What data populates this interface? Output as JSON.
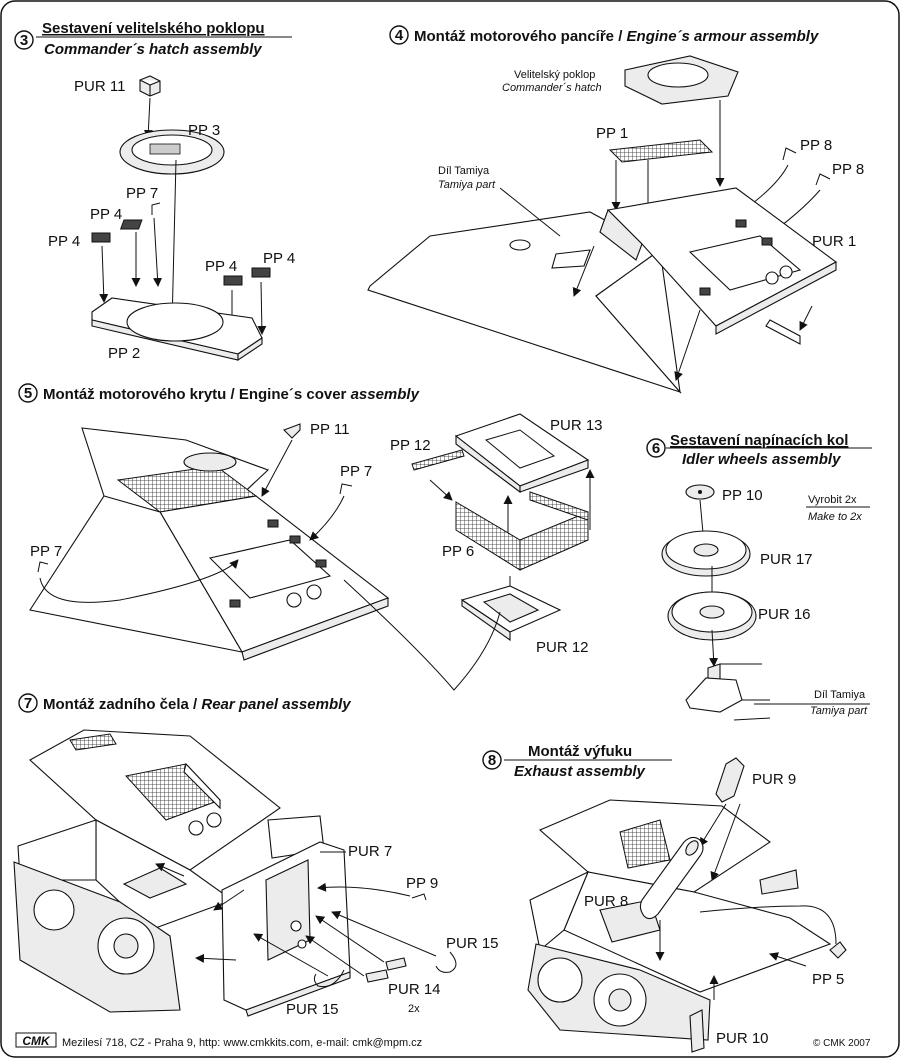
{
  "sections": [
    {
      "num": "3",
      "title_cz": "Sestavení velitelského poklopu",
      "title_en": "Commander´s hatch assembly"
    },
    {
      "num": "4",
      "title_cz": "Montáž motorového pancíře",
      "sep": " / ",
      "title_en": "Engine´s armour assembly"
    },
    {
      "num": "5",
      "title_cz": "Montáž motorového krytu",
      "sep": " / Engine´s cover ",
      "title_en": "assembly"
    },
    {
      "num": "6",
      "title_cz": "Sestavení napínacích kol",
      "title_en": "Idler wheels assembly"
    },
    {
      "num": "7",
      "title_cz": "Montáž zadního čela",
      "sep": " / ",
      "title_en": "Rear panel assembly"
    },
    {
      "num": "8",
      "title_cz": "Montáž výfuku",
      "title_en": "Exhaust assembly"
    }
  ],
  "labels": {
    "s3": {
      "pur11": "PUR 11",
      "pp3": "PP 3",
      "pp7": "PP 7",
      "pp4a": "PP 4",
      "pp4b": "PP 4",
      "pp4c": "PP 4",
      "pp4d": "PP 4",
      "pp2": "PP 2"
    },
    "s4": {
      "hatch_cz": "Velitelský poklop",
      "hatch_en": "Commander´s hatch",
      "pp1": "PP 1",
      "pp8a": "PP 8",
      "pp8b": "PP 8",
      "tamiya_cz": "Díl Tamiya",
      "tamiya_en": "Tamiya part",
      "pur1": "PUR 1"
    },
    "s5": {
      "pp11": "PP 11",
      "pp7a": "PP 7",
      "pp7b": "PP 7",
      "pp12": "PP 12",
      "pur13": "PUR 13",
      "pp6": "PP 6",
      "pur12": "PUR 12"
    },
    "s6": {
      "pp10": "PP 10",
      "make_cz": "Vyrobit 2x",
      "make_en": "Make to 2x",
      "pur17": "PUR 17",
      "pur16": "PUR 16",
      "tamiya_cz": "Díl Tamiya",
      "tamiya_en": "Tamiya part"
    },
    "s7": {
      "pur7": "PUR 7",
      "pp9": "PP 9",
      "pur15a": "PUR 15",
      "pur14": "PUR 14",
      "qty": "2x",
      "pur15b": "PUR 15"
    },
    "s8": {
      "pur9": "PUR 9",
      "pur8": "PUR 8",
      "pp5": "PP 5",
      "pur10": "PUR 10"
    }
  },
  "footer": {
    "logo": "CMK",
    "contact": "Mezilesí 718, CZ - Praha 9,  http: www.cmkkits.com, e-mail: cmk@mpm.cz",
    "copyright": "© CMK 2007"
  }
}
